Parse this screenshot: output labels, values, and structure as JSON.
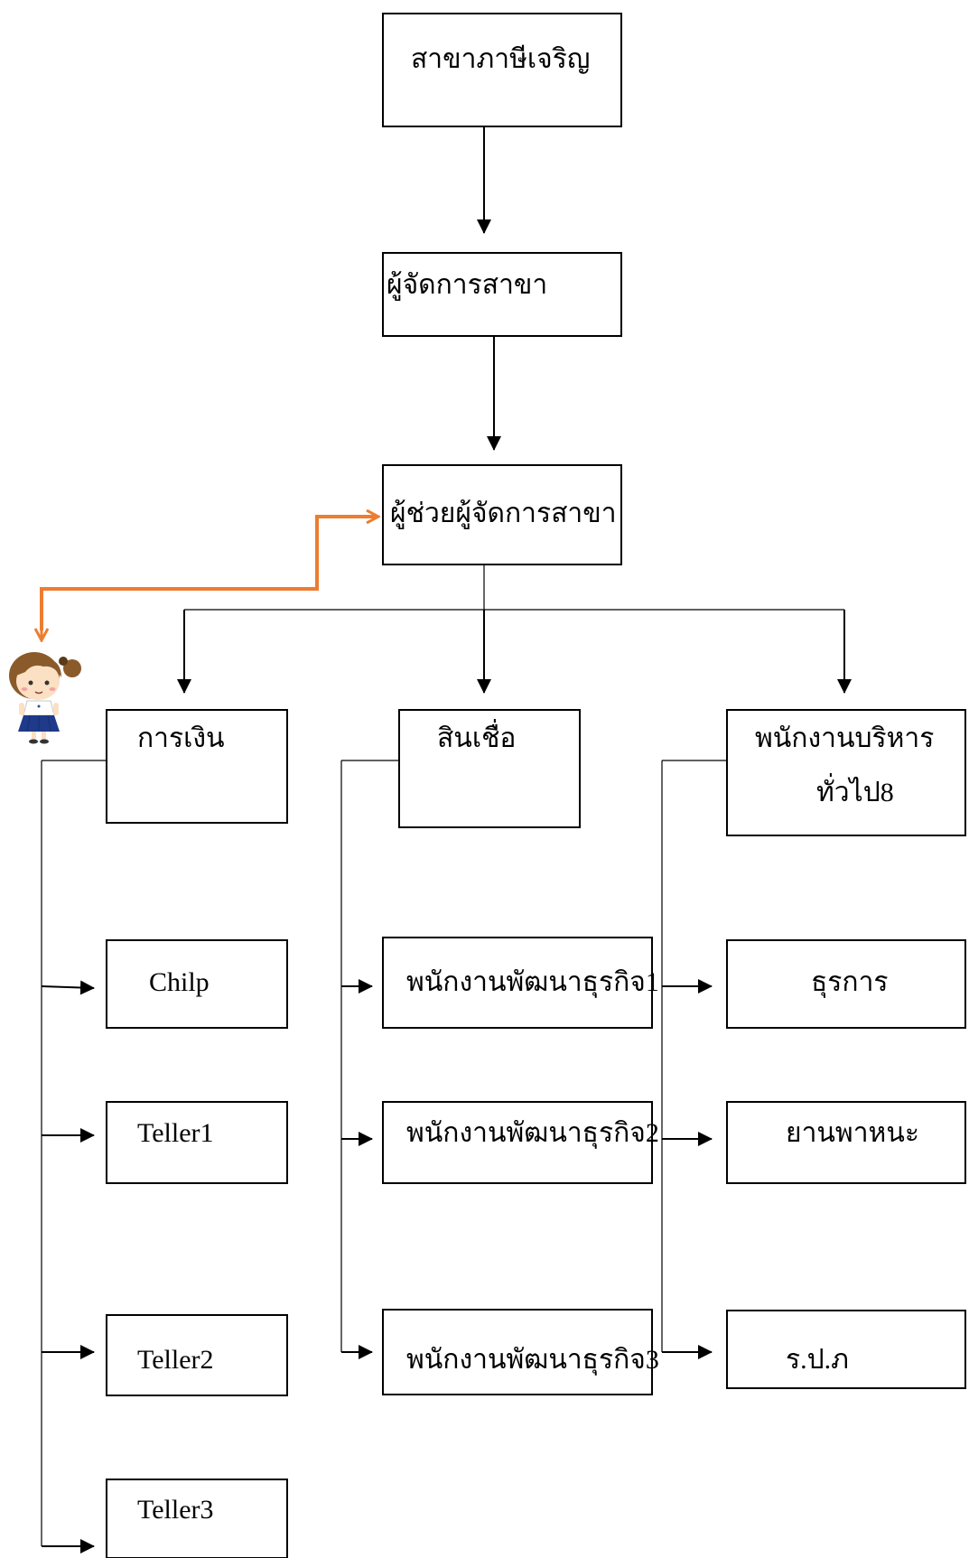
{
  "nodes": {
    "branch": "สาขาภาษีเจริญ",
    "branch_manager": "ผู้จัดการสาขา",
    "assistant_manager": "ผู้ช่วยผู้จัดการสาขา",
    "finance": "การเงิน",
    "credit": "สินเชื่อ",
    "general_admin_line1": "พนักงานบริหาร",
    "general_admin_line2": "ทั่วไป8",
    "chilp": "Chilp",
    "teller1": "Teller1",
    "teller2": "Teller2",
    "teller3": "Teller3",
    "bizdev1": "พนักงานพัฒนาธุรกิจ1",
    "bizdev2": "พนักงานพัฒนาธุรกิจ2",
    "bizdev3": "พนักงานพัฒนาธุรกิจ3",
    "clerical": "ธุรการ",
    "vehicles": "ยานพาหนะ",
    "security": "ร.ป.ภ"
  },
  "colors": {
    "line": "#000000",
    "highlight_path": "#ED7D31",
    "box_fill": "#ffffff"
  },
  "icons": {
    "character": "schoolgirl-character-icon"
  }
}
